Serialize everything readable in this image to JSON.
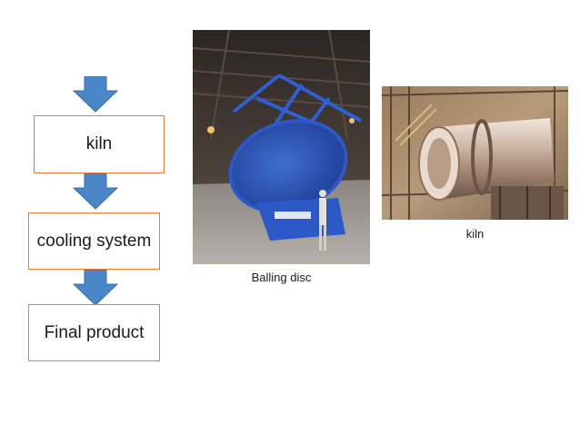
{
  "flow": {
    "steps": [
      {
        "label": "kiln"
      },
      {
        "label": "cooling system"
      },
      {
        "label": "Final product"
      }
    ],
    "arrow_color": "#4A86C8",
    "box_border_color": "#ED7D31"
  },
  "photos": [
    {
      "caption": "Balling disc",
      "icon": "balling-disc-photo"
    },
    {
      "caption": "kiln",
      "icon": "rotary-kiln-photo"
    }
  ]
}
